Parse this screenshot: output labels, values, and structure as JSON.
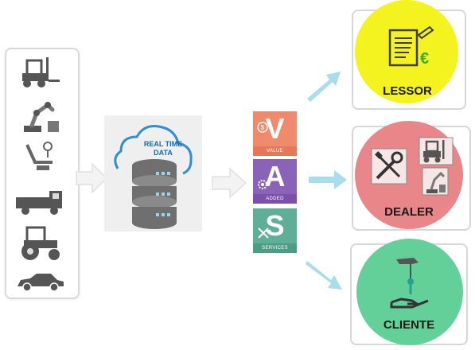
{
  "center": {
    "title_line1": "REAL TIME",
    "title_line2": "DATA"
  },
  "vas": [
    {
      "letter": "V",
      "word": "VALUE",
      "color": "#f08a6c"
    },
    {
      "letter": "A",
      "word": "ADDED",
      "color": "#8a63b8"
    },
    {
      "letter": "S",
      "word": "SERVICES",
      "color": "#5fae96"
    }
  ],
  "targets": [
    {
      "label": "LESSOR",
      "color": "#f4f21f"
    },
    {
      "label": "DEALER",
      "color": "#e8868a"
    },
    {
      "label": "CLIENTE",
      "color": "#63d09a"
    }
  ],
  "currency_symbol": "€",
  "colors": {
    "arrow": "#a9ddee",
    "gray_arrow": "#e6e6e6",
    "cloud_stroke": "#2f8fd0",
    "db_gray": "#6f6f6f"
  }
}
